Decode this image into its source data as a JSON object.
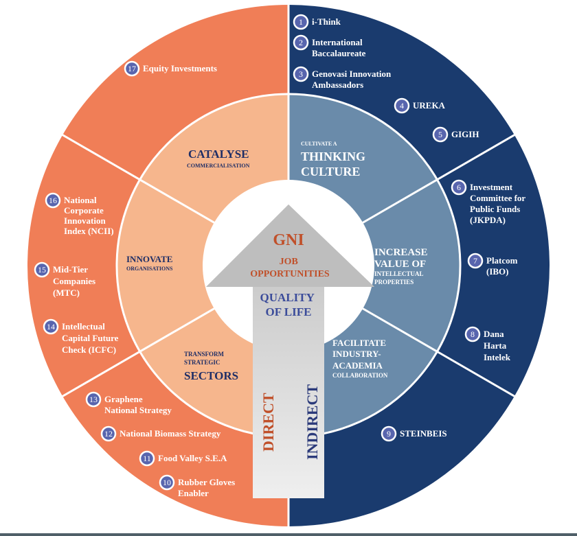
{
  "colors": {
    "outer_orange": "#F07E57",
    "middle_orange": "#F6B68D",
    "outer_navy": "#1A3B6E",
    "middle_blue": "#6A8BAA",
    "arrow_gray": "#BEBEBE",
    "badge": "#5865AE",
    "orange_text": "#C0502A",
    "navy_text": "#2B3A7A"
  },
  "center": {
    "gni": "GNI",
    "job": [
      "JOB",
      "OPPORTUNITIES"
    ],
    "quality": [
      "QUALITY",
      "OF LIFE"
    ],
    "direct": "DIRECT",
    "indirect": "INDIRECT"
  },
  "segments": {
    "catalyse": [
      "CATALYSE",
      "COMMERCIALISATION"
    ],
    "thinking": [
      "CULTIVATE A",
      "THINKING",
      "CULTURE"
    ],
    "increase": [
      "INCREASE",
      "VALUE OF",
      "INTELLECTUAL",
      "PROPERTIES"
    ],
    "facilitate": [
      "FACILITATE",
      "INDUSTRY-",
      "ACADEMIA",
      "COLLABORATION"
    ],
    "transform": [
      "TRANSFORM",
      "STRATEGIC",
      "SECTORS"
    ],
    "innovate": [
      "INNOVATE",
      "ORGANISATIONS"
    ]
  },
  "items": [
    {
      "n": "1",
      "lines": [
        "i-Think"
      ]
    },
    {
      "n": "2",
      "lines": [
        "International",
        "Baccalaureate"
      ]
    },
    {
      "n": "3",
      "lines": [
        "Genovasi Innovation",
        "Ambassadors"
      ]
    },
    {
      "n": "4",
      "lines": [
        "UREKA"
      ]
    },
    {
      "n": "5",
      "lines": [
        "GIGIH"
      ]
    },
    {
      "n": "6",
      "lines": [
        "Investment",
        "Committee for",
        "Public Funds",
        "(JKPDA)"
      ]
    },
    {
      "n": "7",
      "lines": [
        "Platcom",
        "(IBO)"
      ]
    },
    {
      "n": "8",
      "lines": [
        "Dana",
        "Harta",
        "Intelek"
      ]
    },
    {
      "n": "9",
      "lines": [
        "STEINBEIS"
      ]
    },
    {
      "n": "10",
      "lines": [
        "Rubber Gloves",
        "Enabler"
      ]
    },
    {
      "n": "11",
      "lines": [
        "Food Valley S.E.A"
      ]
    },
    {
      "n": "12",
      "lines": [
        "National Biomass Strategy"
      ]
    },
    {
      "n": "13",
      "lines": [
        "Graphene",
        "National Strategy"
      ]
    },
    {
      "n": "14",
      "lines": [
        "Intellectual",
        "Capital Future",
        "Check (ICFC)"
      ]
    },
    {
      "n": "15",
      "lines": [
        "Mid-Tier",
        "Companies",
        "(MTC)"
      ]
    },
    {
      "n": "16",
      "lines": [
        "National",
        "Corporate",
        "Innovation",
        "Index (NCII)"
      ]
    },
    {
      "n": "17",
      "lines": [
        "Equity Investments"
      ]
    }
  ]
}
